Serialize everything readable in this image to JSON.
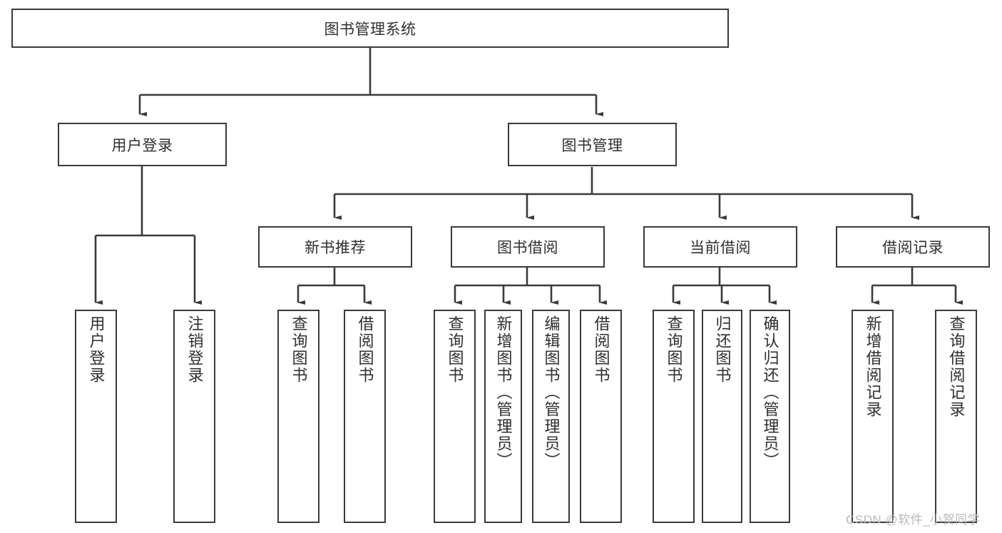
{
  "diagram": {
    "title": "图书管理系统",
    "type": "tree-hierarchy-diagram",
    "colors": {
      "box_border": "#3a3a3a",
      "box_fill": "#ffffff",
      "edge": "#3a3a3a",
      "text": "#2f2f2f",
      "watermark": "#b9b9b9",
      "background": "#ffffff"
    },
    "root": {
      "label": "图书管理系统"
    },
    "level2": [
      {
        "label": "用户登录"
      },
      {
        "label": "图书管理"
      }
    ],
    "level3": [
      {
        "label": "新书推荐"
      },
      {
        "label": "图书借阅"
      },
      {
        "label": "当前借阅"
      },
      {
        "label": "借阅记录"
      }
    ],
    "leaves": {
      "user_login": [
        {
          "label": "用户登录"
        },
        {
          "label": "注销登录"
        }
      ],
      "new_book_recommend": [
        {
          "label": "查询图书"
        },
        {
          "label": "借阅图书"
        }
      ],
      "book_borrow": [
        {
          "label": "查询图书"
        },
        {
          "label": "新增图书（管理员）"
        },
        {
          "label": "编辑图书（管理员）"
        },
        {
          "label": "借阅图书"
        }
      ],
      "current_borrow": [
        {
          "label": "查询图书"
        },
        {
          "label": "归还图书"
        },
        {
          "label": "确认归还（管理员）"
        }
      ],
      "borrow_record": [
        {
          "label": "新增借阅记录"
        },
        {
          "label": "查询借阅记录"
        }
      ]
    }
  },
  "watermark": {
    "text": "CSDN @软件_小贺同学"
  }
}
